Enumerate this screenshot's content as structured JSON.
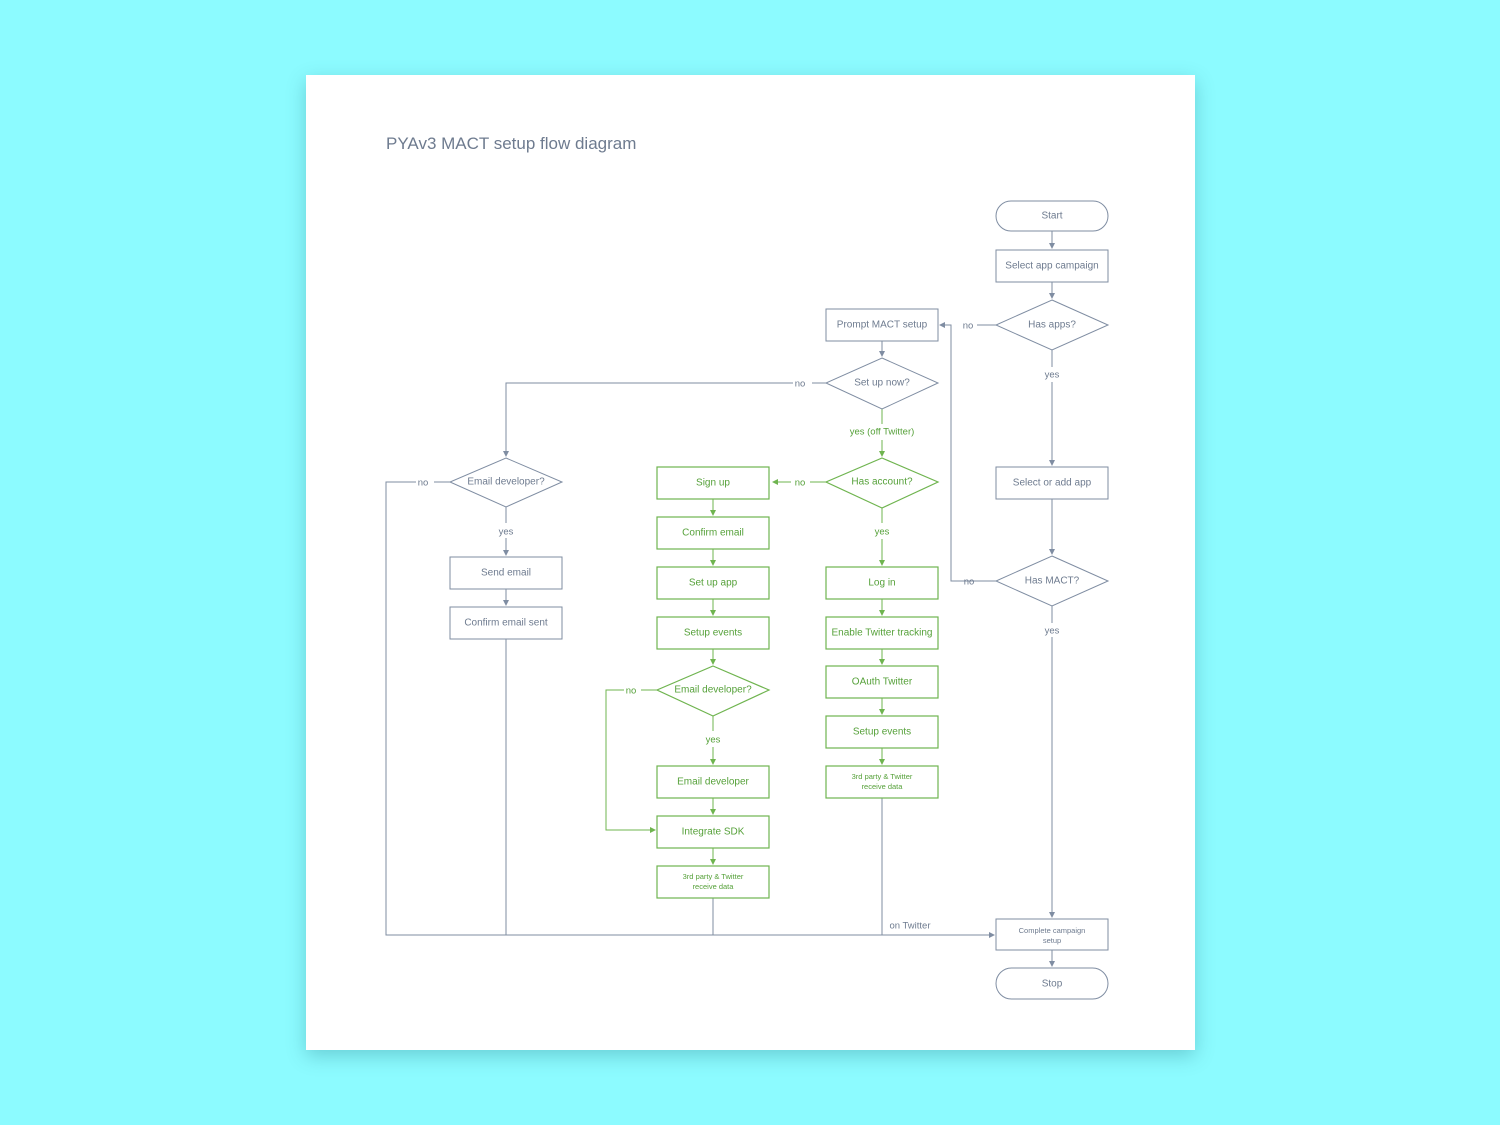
{
  "title": "PYAv3 MACT setup flow diagram",
  "colors": {
    "background": "#8cfbff",
    "sheet": "#ffffff",
    "grey_line": "#7f8da2",
    "green_line": "#6fb44f",
    "grey_text": "#6e7b8f",
    "green_text": "#56a13a"
  },
  "nodes": {
    "start": "Start",
    "select_campaign": "Select app campaign",
    "has_apps": "Has apps?",
    "prompt_mact": "Prompt MACT setup",
    "setup_now": "Set up now?",
    "has_account": "Has account?",
    "sign_up": "Sign up",
    "confirm_email": "Confirm email",
    "set_up_app": "Set up app",
    "setup_events_left": "Setup events",
    "email_dev_green": "Email developer?",
    "email_developer": "Email developer",
    "integrate_sdk": "Integrate SDK",
    "receive_left_1": "3rd party & Twitter",
    "receive_left_2": "receive data",
    "log_in": "Log in",
    "enable_tracking": "Enable Twitter tracking",
    "oauth": "OAuth Twitter",
    "setup_events_right": "Setup events",
    "receive_right_1": "3rd party & Twitter",
    "receive_right_2": "receive data",
    "email_dev_grey": "Email developer?",
    "send_email": "Send email",
    "confirm_sent": "Confirm email sent",
    "select_add_app": "Select or add app",
    "has_mact": "Has MACT?",
    "complete_1": "Complete campaign",
    "complete_2": "setup",
    "stop": "Stop"
  },
  "edge_labels": {
    "has_apps_no": "no",
    "has_apps_yes": "yes",
    "setup_now_no": "no",
    "setup_now_yes": "yes (off Twitter)",
    "has_account_no": "no",
    "has_account_yes": "yes",
    "email_green_no": "no",
    "email_green_yes": "yes",
    "email_grey_no": "no",
    "email_grey_yes": "yes",
    "has_mact_no": "no",
    "has_mact_yes": "yes",
    "on_twitter": "on Twitter"
  }
}
